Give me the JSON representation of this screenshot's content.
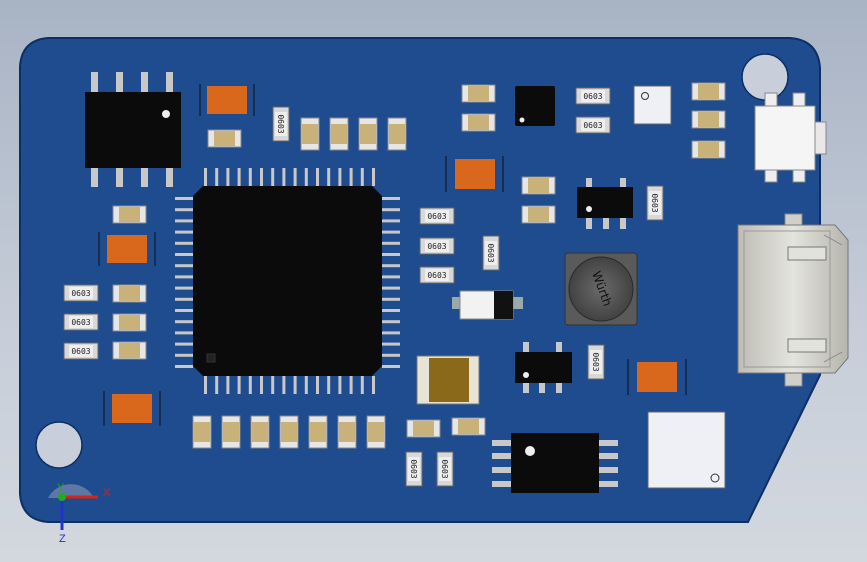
{
  "colors": {
    "board": "#1f4b8f",
    "board_edge": "#0e2f63",
    "ic": "#0b0b0b",
    "pin": "#c8c8c8",
    "cap_orange": "#d9671c",
    "smd_tan": "#c9b27a",
    "smd_end": "#e6e6e6",
    "inductor": "#5a5a5a",
    "usb": "#d2d2cc",
    "tantalum": "#8a6a1a"
  },
  "labels": {
    "resistor_marking": "0603",
    "inductor_marking": "Würth",
    "axis_x": "X",
    "axis_y": "Y",
    "axis_z": "Z"
  },
  "icons": {
    "board": "pcb-board-icon",
    "triad": "coordinate-triad-icon"
  }
}
